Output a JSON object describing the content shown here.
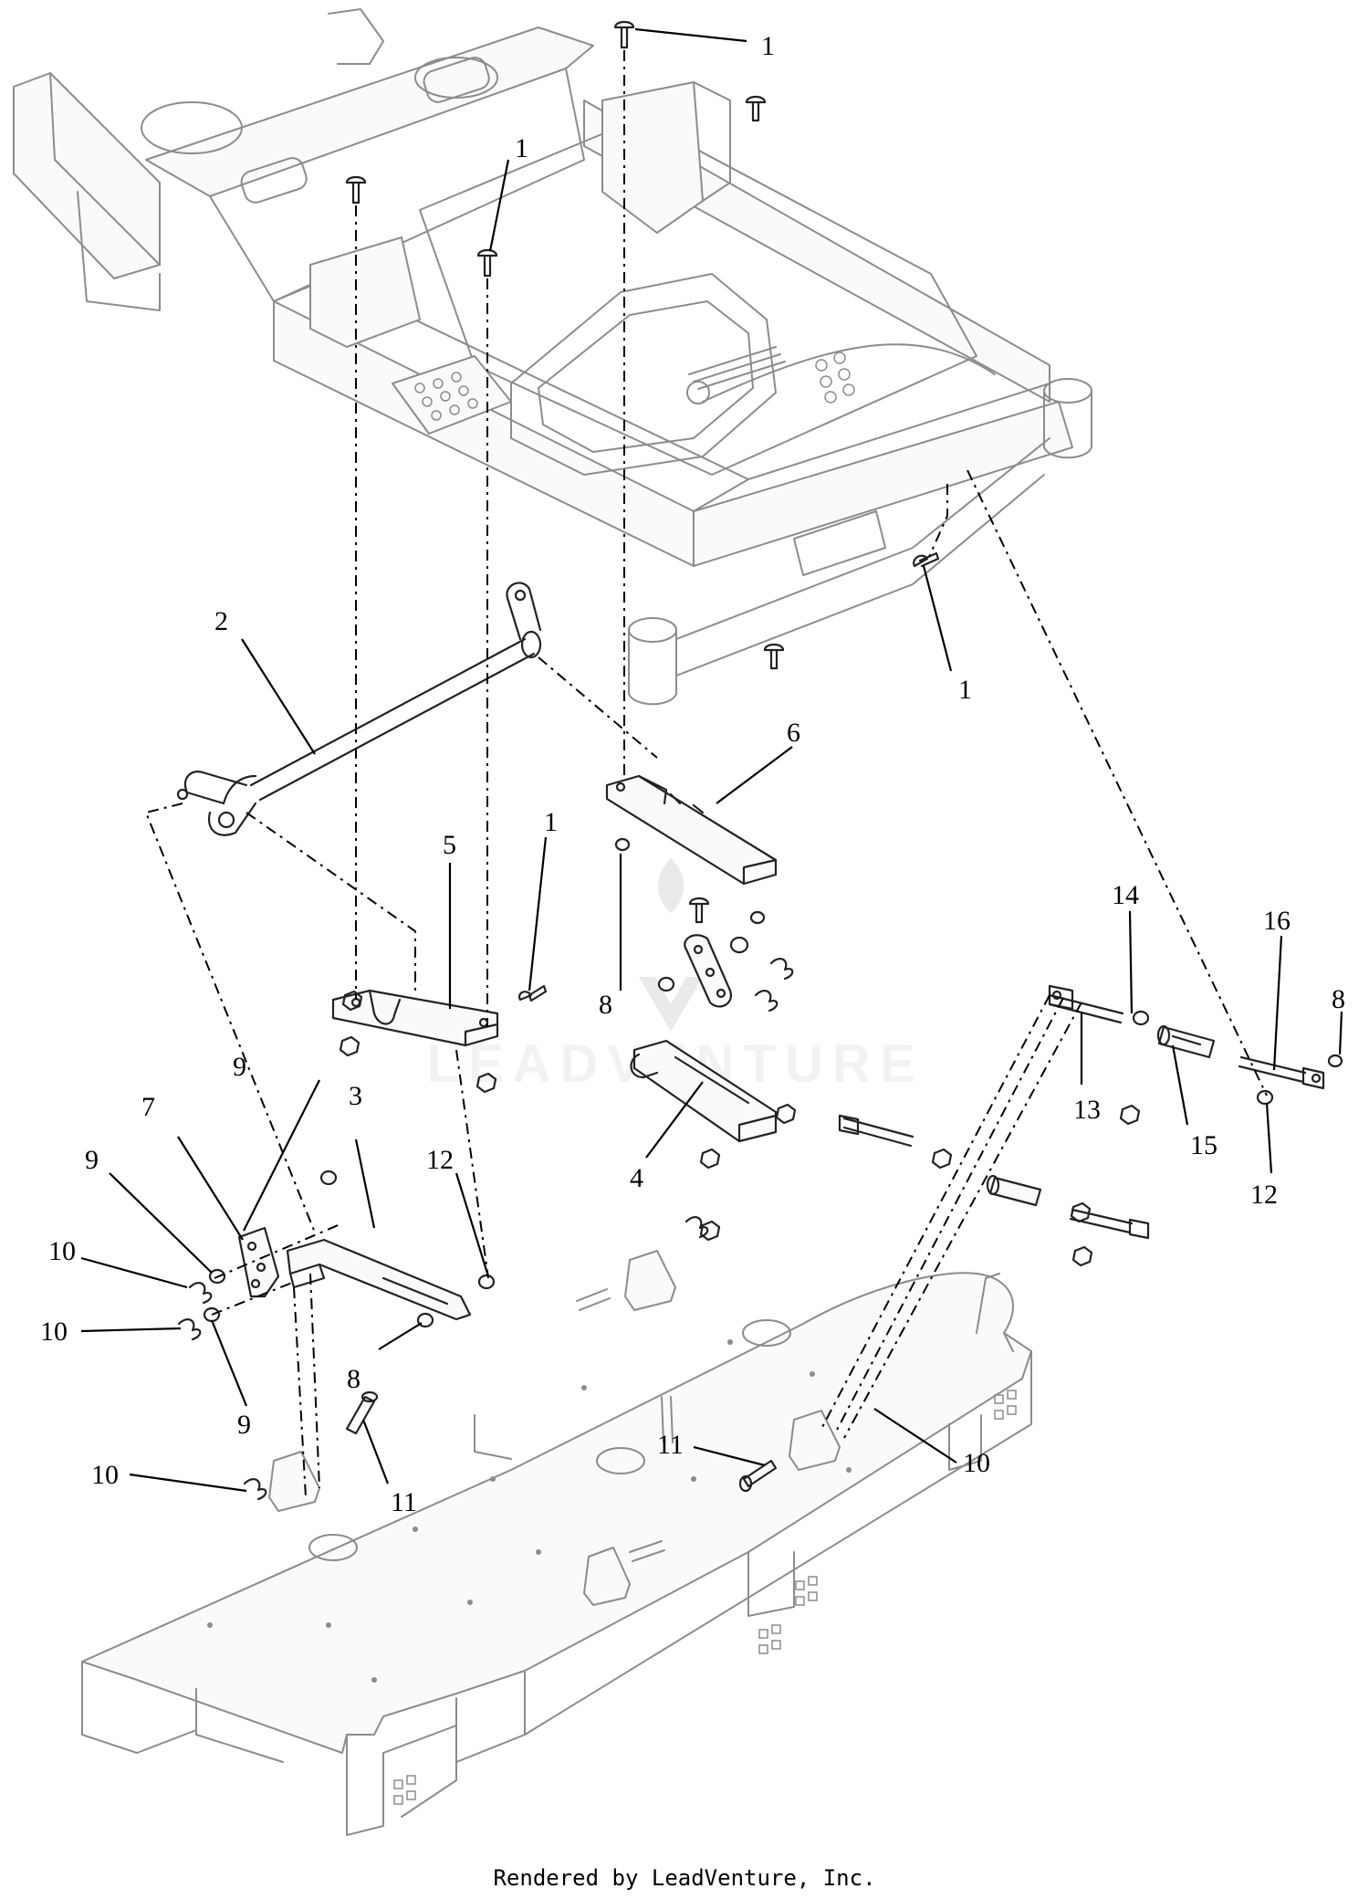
{
  "watermark": {
    "text": "LEADVENTURE"
  },
  "footer": {
    "text": "Rendered by LeadVenture, Inc."
  },
  "callouts": [
    {
      "id": "c1a",
      "label": "1"
    },
    {
      "id": "c1b",
      "label": "1"
    },
    {
      "id": "c1c",
      "label": "1"
    },
    {
      "id": "c1d",
      "label": "1"
    },
    {
      "id": "c2",
      "label": "2"
    },
    {
      "id": "c3",
      "label": "3"
    },
    {
      "id": "c4",
      "label": "4"
    },
    {
      "id": "c5",
      "label": "5"
    },
    {
      "id": "c6",
      "label": "6"
    },
    {
      "id": "c7",
      "label": "7"
    },
    {
      "id": "c8a",
      "label": "8"
    },
    {
      "id": "c8b",
      "label": "8"
    },
    {
      "id": "c8c",
      "label": "8"
    },
    {
      "id": "c9a",
      "label": "9"
    },
    {
      "id": "c9b",
      "label": "9"
    },
    {
      "id": "c9c",
      "label": "9"
    },
    {
      "id": "c10a",
      "label": "10"
    },
    {
      "id": "c10b",
      "label": "10"
    },
    {
      "id": "c10c",
      "label": "10"
    },
    {
      "id": "c10d",
      "label": "10"
    },
    {
      "id": "c11a",
      "label": "11"
    },
    {
      "id": "c11b",
      "label": "11"
    },
    {
      "id": "c12a",
      "label": "12"
    },
    {
      "id": "c12b",
      "label": "12"
    },
    {
      "id": "c13",
      "label": "13"
    },
    {
      "id": "c14",
      "label": "14"
    },
    {
      "id": "c15",
      "label": "15"
    },
    {
      "id": "c16",
      "label": "16"
    }
  ]
}
